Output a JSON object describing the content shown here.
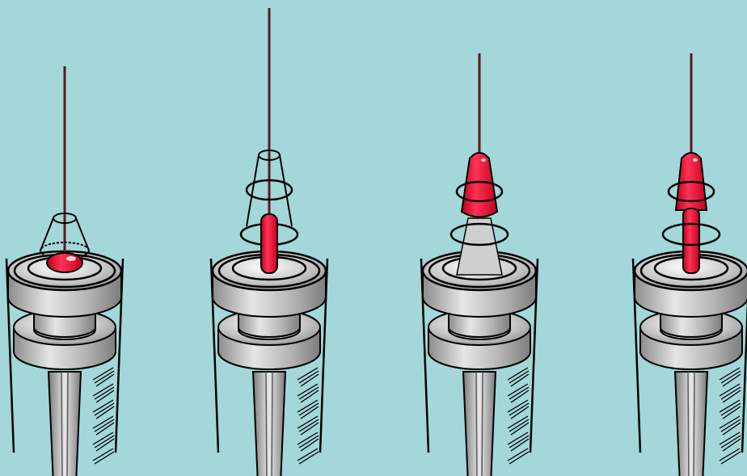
{
  "scene": {
    "background": "#a3d7d9",
    "panels": [
      {
        "id": "panel-1",
        "stage": "blood-drop-in-cone"
      },
      {
        "id": "panel-2",
        "stage": "blood-column-in-tube"
      },
      {
        "id": "panel-3",
        "stage": "blood-filling-upper-cone"
      },
      {
        "id": "panel-4",
        "stage": "blood-filling-full-tube"
      }
    ]
  },
  "colors": {
    "blood": "#e3002a",
    "outline": "#000000",
    "plastic_light": "#d8d8d8",
    "plastic_mid": "#b2b2b2",
    "plastic_dark": "#7a7a7a",
    "needle": "#5a1a1a"
  }
}
